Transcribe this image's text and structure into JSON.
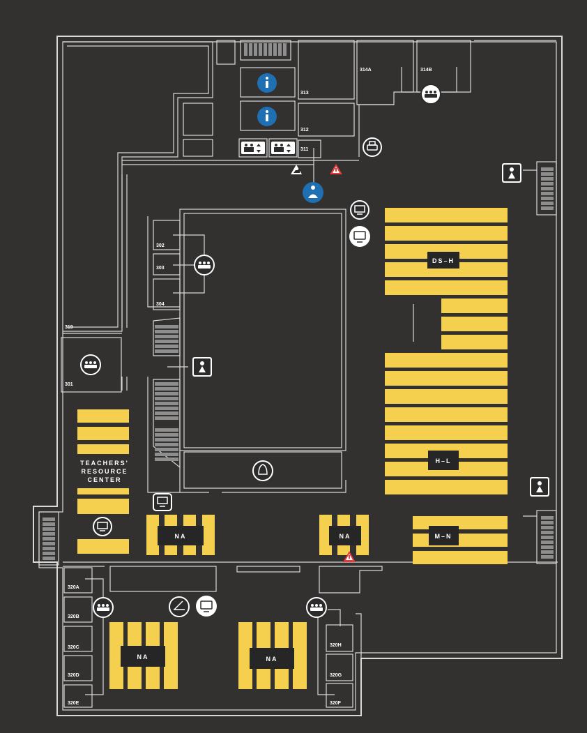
{
  "map": {
    "rooms": [
      {
        "id": "r314a",
        "label": "314A"
      },
      {
        "id": "r314b",
        "label": "314B"
      },
      {
        "id": "r313",
        "label": "313"
      },
      {
        "id": "r312",
        "label": "312"
      },
      {
        "id": "r311",
        "label": "311"
      },
      {
        "id": "r302",
        "label": "302"
      },
      {
        "id": "r303",
        "label": "303"
      },
      {
        "id": "r304",
        "label": "304"
      },
      {
        "id": "r319",
        "label": "319"
      },
      {
        "id": "r301",
        "label": "301"
      },
      {
        "id": "r320a",
        "label": "320A"
      },
      {
        "id": "r320b",
        "label": "320B"
      },
      {
        "id": "r320c",
        "label": "320C"
      },
      {
        "id": "r320d",
        "label": "320D"
      },
      {
        "id": "r320e",
        "label": "320E"
      },
      {
        "id": "r320h",
        "label": "320H"
      },
      {
        "id": "r320g",
        "label": "320G"
      },
      {
        "id": "r320f",
        "label": "320F"
      }
    ],
    "collections": {
      "ds_h": "DS–H",
      "h_l": "H–L",
      "m_n": "M–N",
      "na": "NA"
    },
    "teachers_center": {
      "line1": "TEACHERS'",
      "line2": "RESOURCE",
      "line3": "CENTER"
    },
    "colors": {
      "background": "#323130",
      "walls": "#d9d9d9",
      "shelves": "#f5cf4e",
      "info_blue": "#1f6fb3"
    },
    "icons": [
      "info-icon",
      "group-study-icon",
      "elevator-icon",
      "print-icon",
      "stairs-accessible-icon",
      "warning-icon",
      "baby-changing-icon",
      "projector-icon",
      "monitor-icon",
      "quiet-study-icon",
      "water-fountain-icon",
      "scanner-icon"
    ]
  }
}
